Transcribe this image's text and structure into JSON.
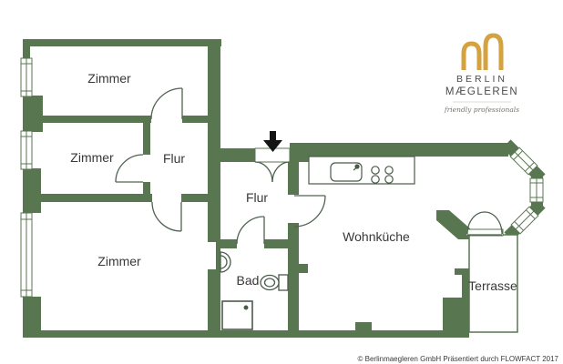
{
  "page": {
    "background": "#ffffff"
  },
  "branding": {
    "logo_mark": "double-arch-B",
    "logo_color": "#d4a23f",
    "name_line1": "BERLIN",
    "name_line2": "MÆGLEREN",
    "tagline": "friendly professionals",
    "text_color": "#4a4a48"
  },
  "floorplan": {
    "wall_color": "#587650",
    "line_color": "#4f6350",
    "label_color": "#383838",
    "rooms": {
      "zimmer_top": {
        "label": "Zimmer"
      },
      "zimmer_middle": {
        "label": "Zimmer"
      },
      "zimmer_bottom": {
        "label": "Zimmer"
      },
      "flur_upper": {
        "label": "Flur"
      },
      "flur_main": {
        "label": "Flur"
      },
      "bad": {
        "label": "Bad"
      },
      "wohnkueche": {
        "label": "Wohnküche"
      },
      "terrasse": {
        "label": "Terrasse"
      }
    },
    "fixtures": [
      "entrance-arrow",
      "double-entry-door",
      "kitchen-counter",
      "sink",
      "stove",
      "washbasin",
      "toilet",
      "shower",
      "bay-windows",
      "terrace-french-doors"
    ]
  },
  "footer": {
    "copyright": "© Berlinmaegleren GmbH Präsentiert durch FLOWFACT 2017",
    "color": "#3a3a3a"
  }
}
